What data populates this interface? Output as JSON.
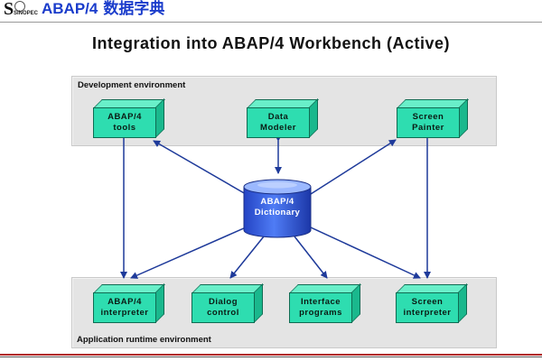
{
  "header": {
    "logo_text": "SINOPEC",
    "title": "ABAP/4",
    "title_cn": "数据字典"
  },
  "slide": {
    "title": "Integration into ABAP/4 Workbench (Active)"
  },
  "panels": {
    "development": "Development environment",
    "runtime": "Application runtime environment"
  },
  "dev_tools": [
    {
      "line1": "ABAP/4",
      "line2": "tools"
    },
    {
      "line1": "Data",
      "line2": "Modeler"
    },
    {
      "line1": "Screen",
      "line2": "Painter"
    }
  ],
  "runtime_tools": [
    {
      "line1": "ABAP/4",
      "line2": "interpreter"
    },
    {
      "line1": "Dialog",
      "line2": "control"
    },
    {
      "line1": "Interface",
      "line2": "programs"
    },
    {
      "line1": "Screen",
      "line2": "interpreter"
    }
  ],
  "dictionary": {
    "line1": "ABAP/4",
    "line2": "Dictionary"
  },
  "colors": {
    "box_fill": "#2eddb0",
    "panel_fill": "#e4e4e4",
    "db_fill": "#2f58e0",
    "arrow": "#1e3a9a",
    "header_text": "#1a3ccb"
  }
}
